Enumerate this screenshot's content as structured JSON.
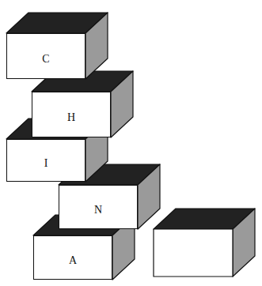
{
  "diagram": {
    "nodes": [
      {
        "text": [
          "C"
        ]
      },
      {
        "text": [
          "H"
        ]
      },
      {
        "text": [
          "I"
        ]
      },
      {
        "text": [
          "N"
        ]
      },
      {
        "text": [
          "A"
        ]
      }
    ]
  }
}
